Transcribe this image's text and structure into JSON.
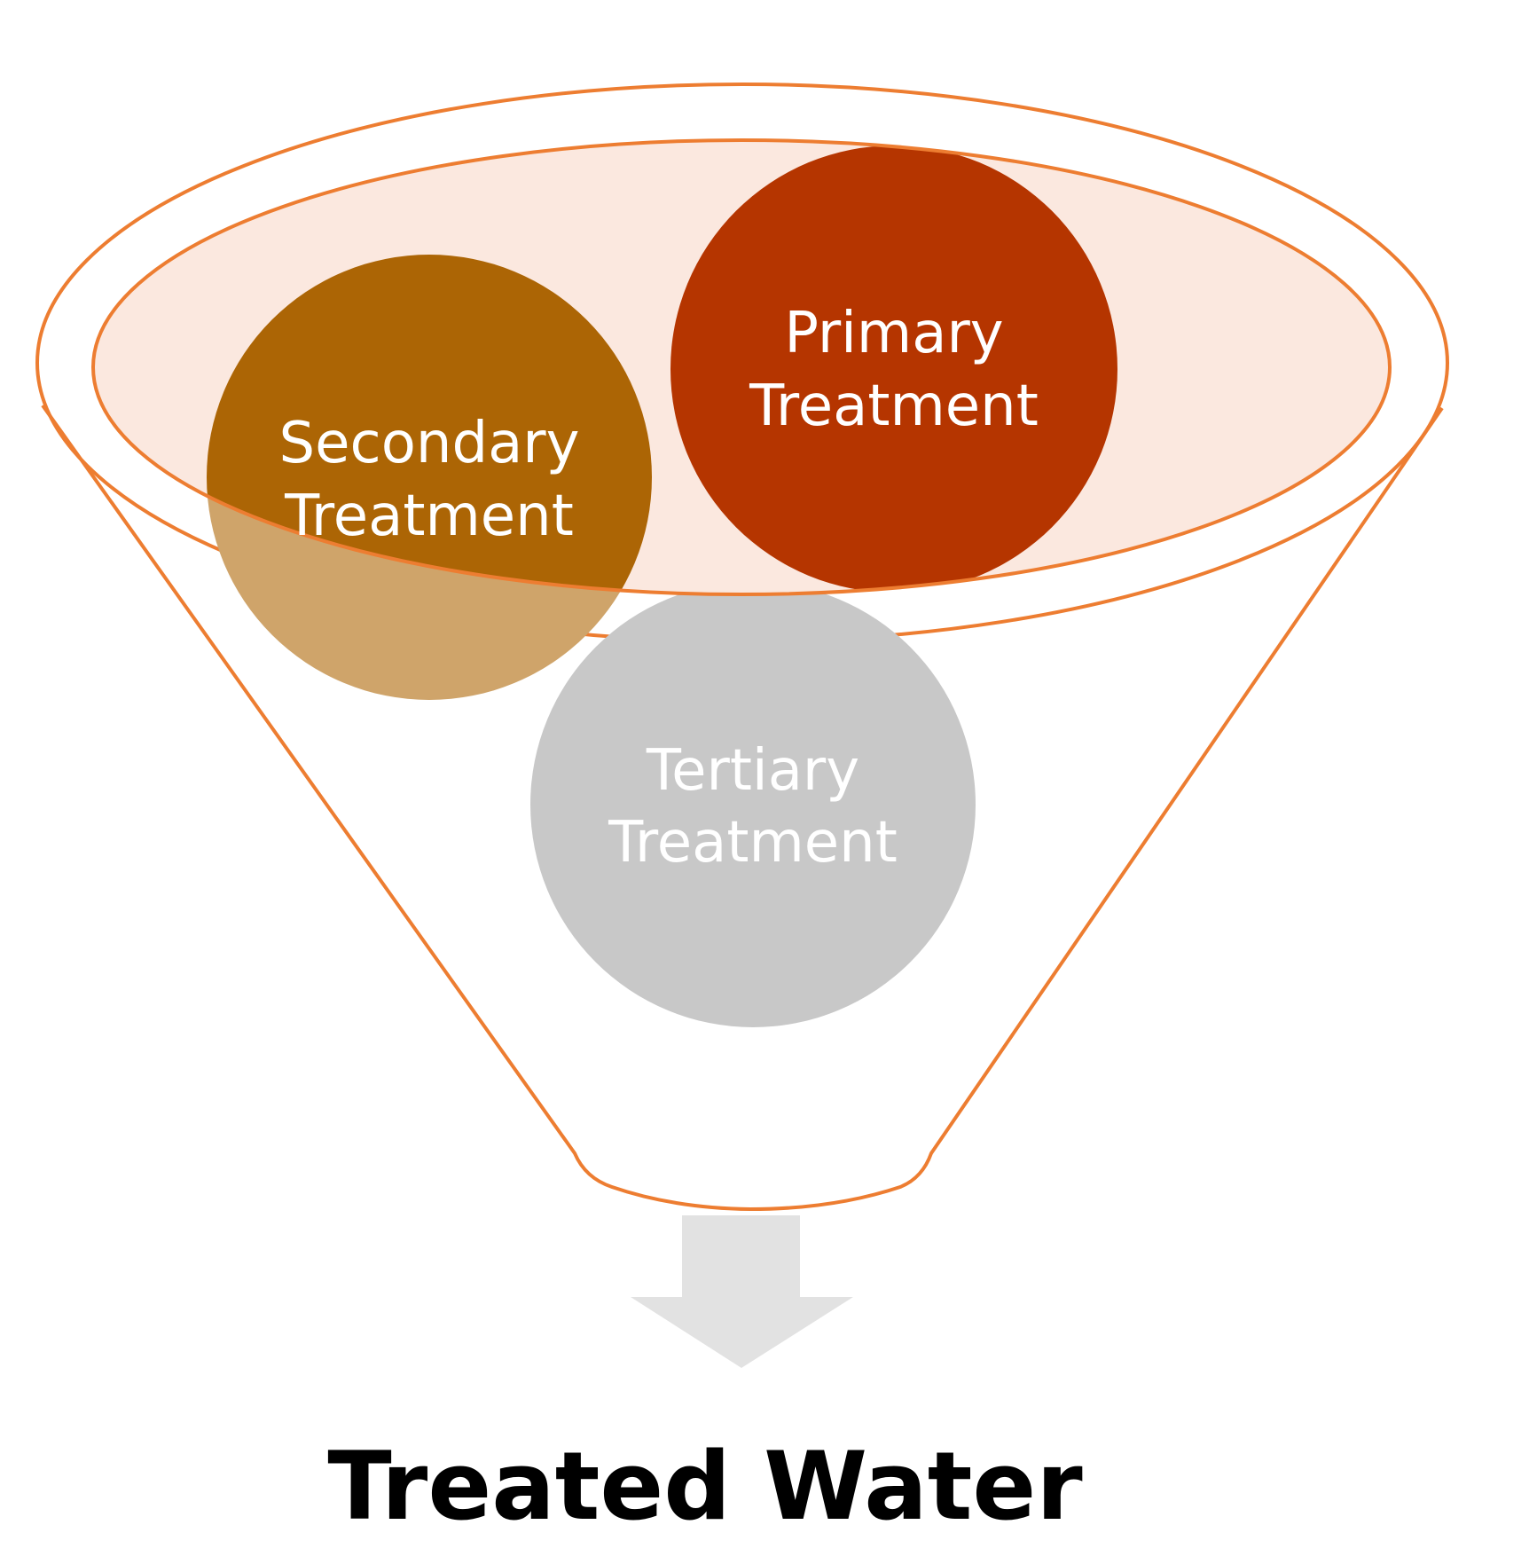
{
  "funnel": {
    "stages": [
      {
        "id": "secondary",
        "lines": [
          "Secondary",
          "Treatment"
        ]
      },
      {
        "id": "primary",
        "lines": [
          "Primary",
          "Treatment"
        ]
      },
      {
        "id": "tertiary",
        "lines": [
          "Tertiary",
          "Treatment"
        ]
      }
    ],
    "output_label": "Treated Water"
  },
  "colors": {
    "funnel_outline": "#ED7D31",
    "funnel_rim_fill": "#FBE8DF",
    "primary": "#B53500",
    "secondary": "#AC6505",
    "secondary_lower": "#CFA46A",
    "tertiary": "#C8C8C8",
    "arrow": "#E2E2E2",
    "output_text": "#000000"
  }
}
